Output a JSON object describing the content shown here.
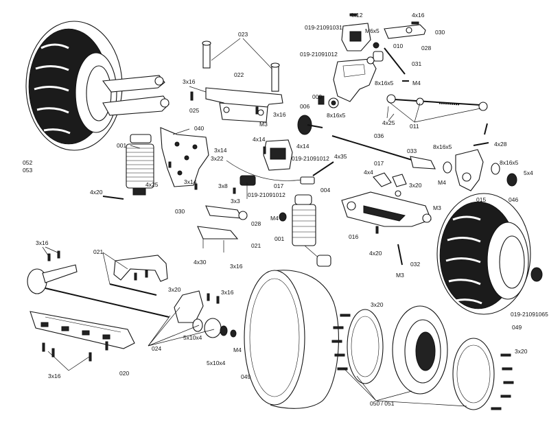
{
  "labels": {
    "p4x12": "4x12",
    "p4x16_top": "4x16",
    "p019_21091031": "019-21091031",
    "pM6x5": "M6x5",
    "p030_top": "030",
    "p023": "023",
    "p010": "010",
    "p028_top": "028",
    "p019_21091012_top": "019-21091012",
    "p031": "031",
    "p3x16_a": "3x16",
    "p022": "022",
    "p8x16x5_a": "8x16x5",
    "pM4_a": "M4",
    "p009": "009",
    "p8x16x5_b": "8x16x5",
    "p006": "006",
    "p025": "025",
    "pM3_a": "M3",
    "p3x16_b": "3x16",
    "p4x25_a": "4x25",
    "p011": "011",
    "p040": "040",
    "p052": "052",
    "p053": "053",
    "p001_a": "001",
    "p3x14": "3x14",
    "p3x22": "3x22",
    "p4x14_a": "4x14",
    "p4x14_b": "4x14",
    "p019_21091012_mid": "019-21091012",
    "p036": "036",
    "p033": "033",
    "p4x28": "4x28",
    "p4x25_b": "4x25",
    "p3x14_b": "3x14",
    "p4x20_a": "4x20",
    "p4x35": "4x35",
    "p017_a": "017",
    "p4x4": "4x4",
    "p3x20_a": "3x20",
    "p8x16x5_c": "8x16x5",
    "p8x16x5_d": "8x16x5",
    "p5x4": "5x4",
    "pM4_b": "M4",
    "p015": "015",
    "p046": "046",
    "p3x8": "3x8",
    "p017_b": "017",
    "p004": "004",
    "p019_21091012_bot": "019-21091012",
    "p3x3": "3x3",
    "p030_mid": "030",
    "p028_mid": "028",
    "pM4_c": "M4",
    "pM3_b": "M3",
    "p016": "016",
    "p001_b": "001",
    "p021_a": "021",
    "p4x30": "4x30",
    "p3x16_c": "3x16",
    "p4x20_b": "4x20",
    "p032": "032",
    "pM3_c": "M3",
    "p3x16_d": "3x16",
    "p021_b": "021",
    "p3x20_b": "3x20",
    "p3x16_e": "3x16",
    "p5x10x4_a": "5x10x4",
    "p024": "024",
    "p5x10x4_b": "5x10x4",
    "pM4_d": "M4",
    "p020": "020",
    "p3x16_f": "3x16",
    "p049_a": "049",
    "p3x20_c": "3x20",
    "p3x20_d": "3x20",
    "p050_051": "050 / 051",
    "p019_21091065": "019-21091065",
    "p049_b": "049"
  }
}
